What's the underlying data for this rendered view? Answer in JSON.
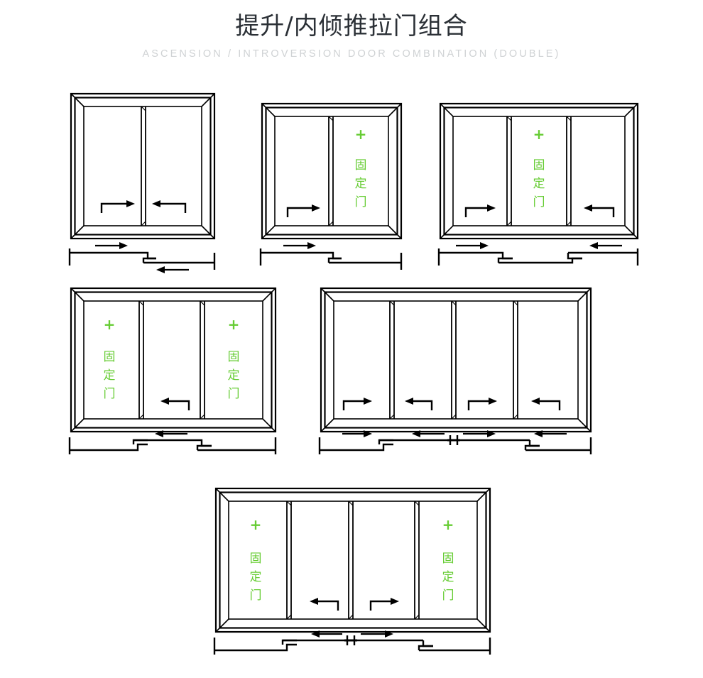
{
  "header": {
    "title_cn": "提升/内倾推拉门组合",
    "title_en": "ASCENSION / INTROVERSION DOOR COMBINATION (DOUBLE)"
  },
  "colors": {
    "line": "#000000",
    "title": "#2b3036",
    "subtitle": "#cfd2d4",
    "fixed_green": "#66cc33",
    "background": "#ffffff"
  },
  "labels": {
    "fixed_door_cn": "固定门",
    "fixed_door_char_1": "固",
    "fixed_door_char_2": "定",
    "fixed_door_char_3": "门",
    "plus_symbol": "+"
  },
  "diagrams": [
    {
      "id": "diagram-1",
      "name": "two-panel-opposing-slide",
      "panel_count": 2,
      "fixed_panels": [],
      "sliding_panels": [
        1,
        2
      ],
      "panel_arrows": [
        "right",
        "left"
      ],
      "track_arrows": [
        "right",
        "left"
      ],
      "track_interlocks": 1
    },
    {
      "id": "diagram-2",
      "name": "two-panel-one-fixed",
      "panel_count": 2,
      "fixed_panels": [
        2
      ],
      "sliding_panels": [
        1
      ],
      "panel_arrows": [
        "right",
        "none"
      ],
      "track_arrows": [
        "right"
      ],
      "track_interlocks": 1
    },
    {
      "id": "diagram-3",
      "name": "three-panel-center-fixed",
      "panel_count": 3,
      "fixed_panels": [
        2
      ],
      "sliding_panels": [
        1,
        3
      ],
      "panel_arrows": [
        "right",
        "none",
        "left"
      ],
      "track_arrows": [
        "right",
        "left"
      ],
      "track_interlocks": 2
    },
    {
      "id": "diagram-4",
      "name": "three-panel-two-fixed-outer",
      "panel_count": 3,
      "fixed_panels": [
        1,
        3
      ],
      "sliding_panels": [
        2
      ],
      "panel_arrows": [
        "none",
        "left",
        "none"
      ],
      "track_arrows": [
        "left"
      ],
      "track_interlocks": 2
    },
    {
      "id": "diagram-5",
      "name": "four-panel-all-sliding",
      "panel_count": 4,
      "fixed_panels": [],
      "sliding_panels": [
        1,
        2,
        3,
        4
      ],
      "panel_arrows": [
        "right",
        "left",
        "right",
        "left"
      ],
      "track_arrows": [
        "right",
        "left",
        "right",
        "left"
      ],
      "track_interlocks": 2,
      "has_meeting_stile": true
    },
    {
      "id": "diagram-6",
      "name": "four-panel-outer-fixed",
      "panel_count": 4,
      "fixed_panels": [
        1,
        4
      ],
      "sliding_panels": [
        2,
        3
      ],
      "panel_arrows": [
        "none",
        "left",
        "right",
        "none"
      ],
      "track_arrows": [
        "left",
        "right"
      ],
      "track_interlocks": 2,
      "has_meeting_stile": true
    }
  ]
}
